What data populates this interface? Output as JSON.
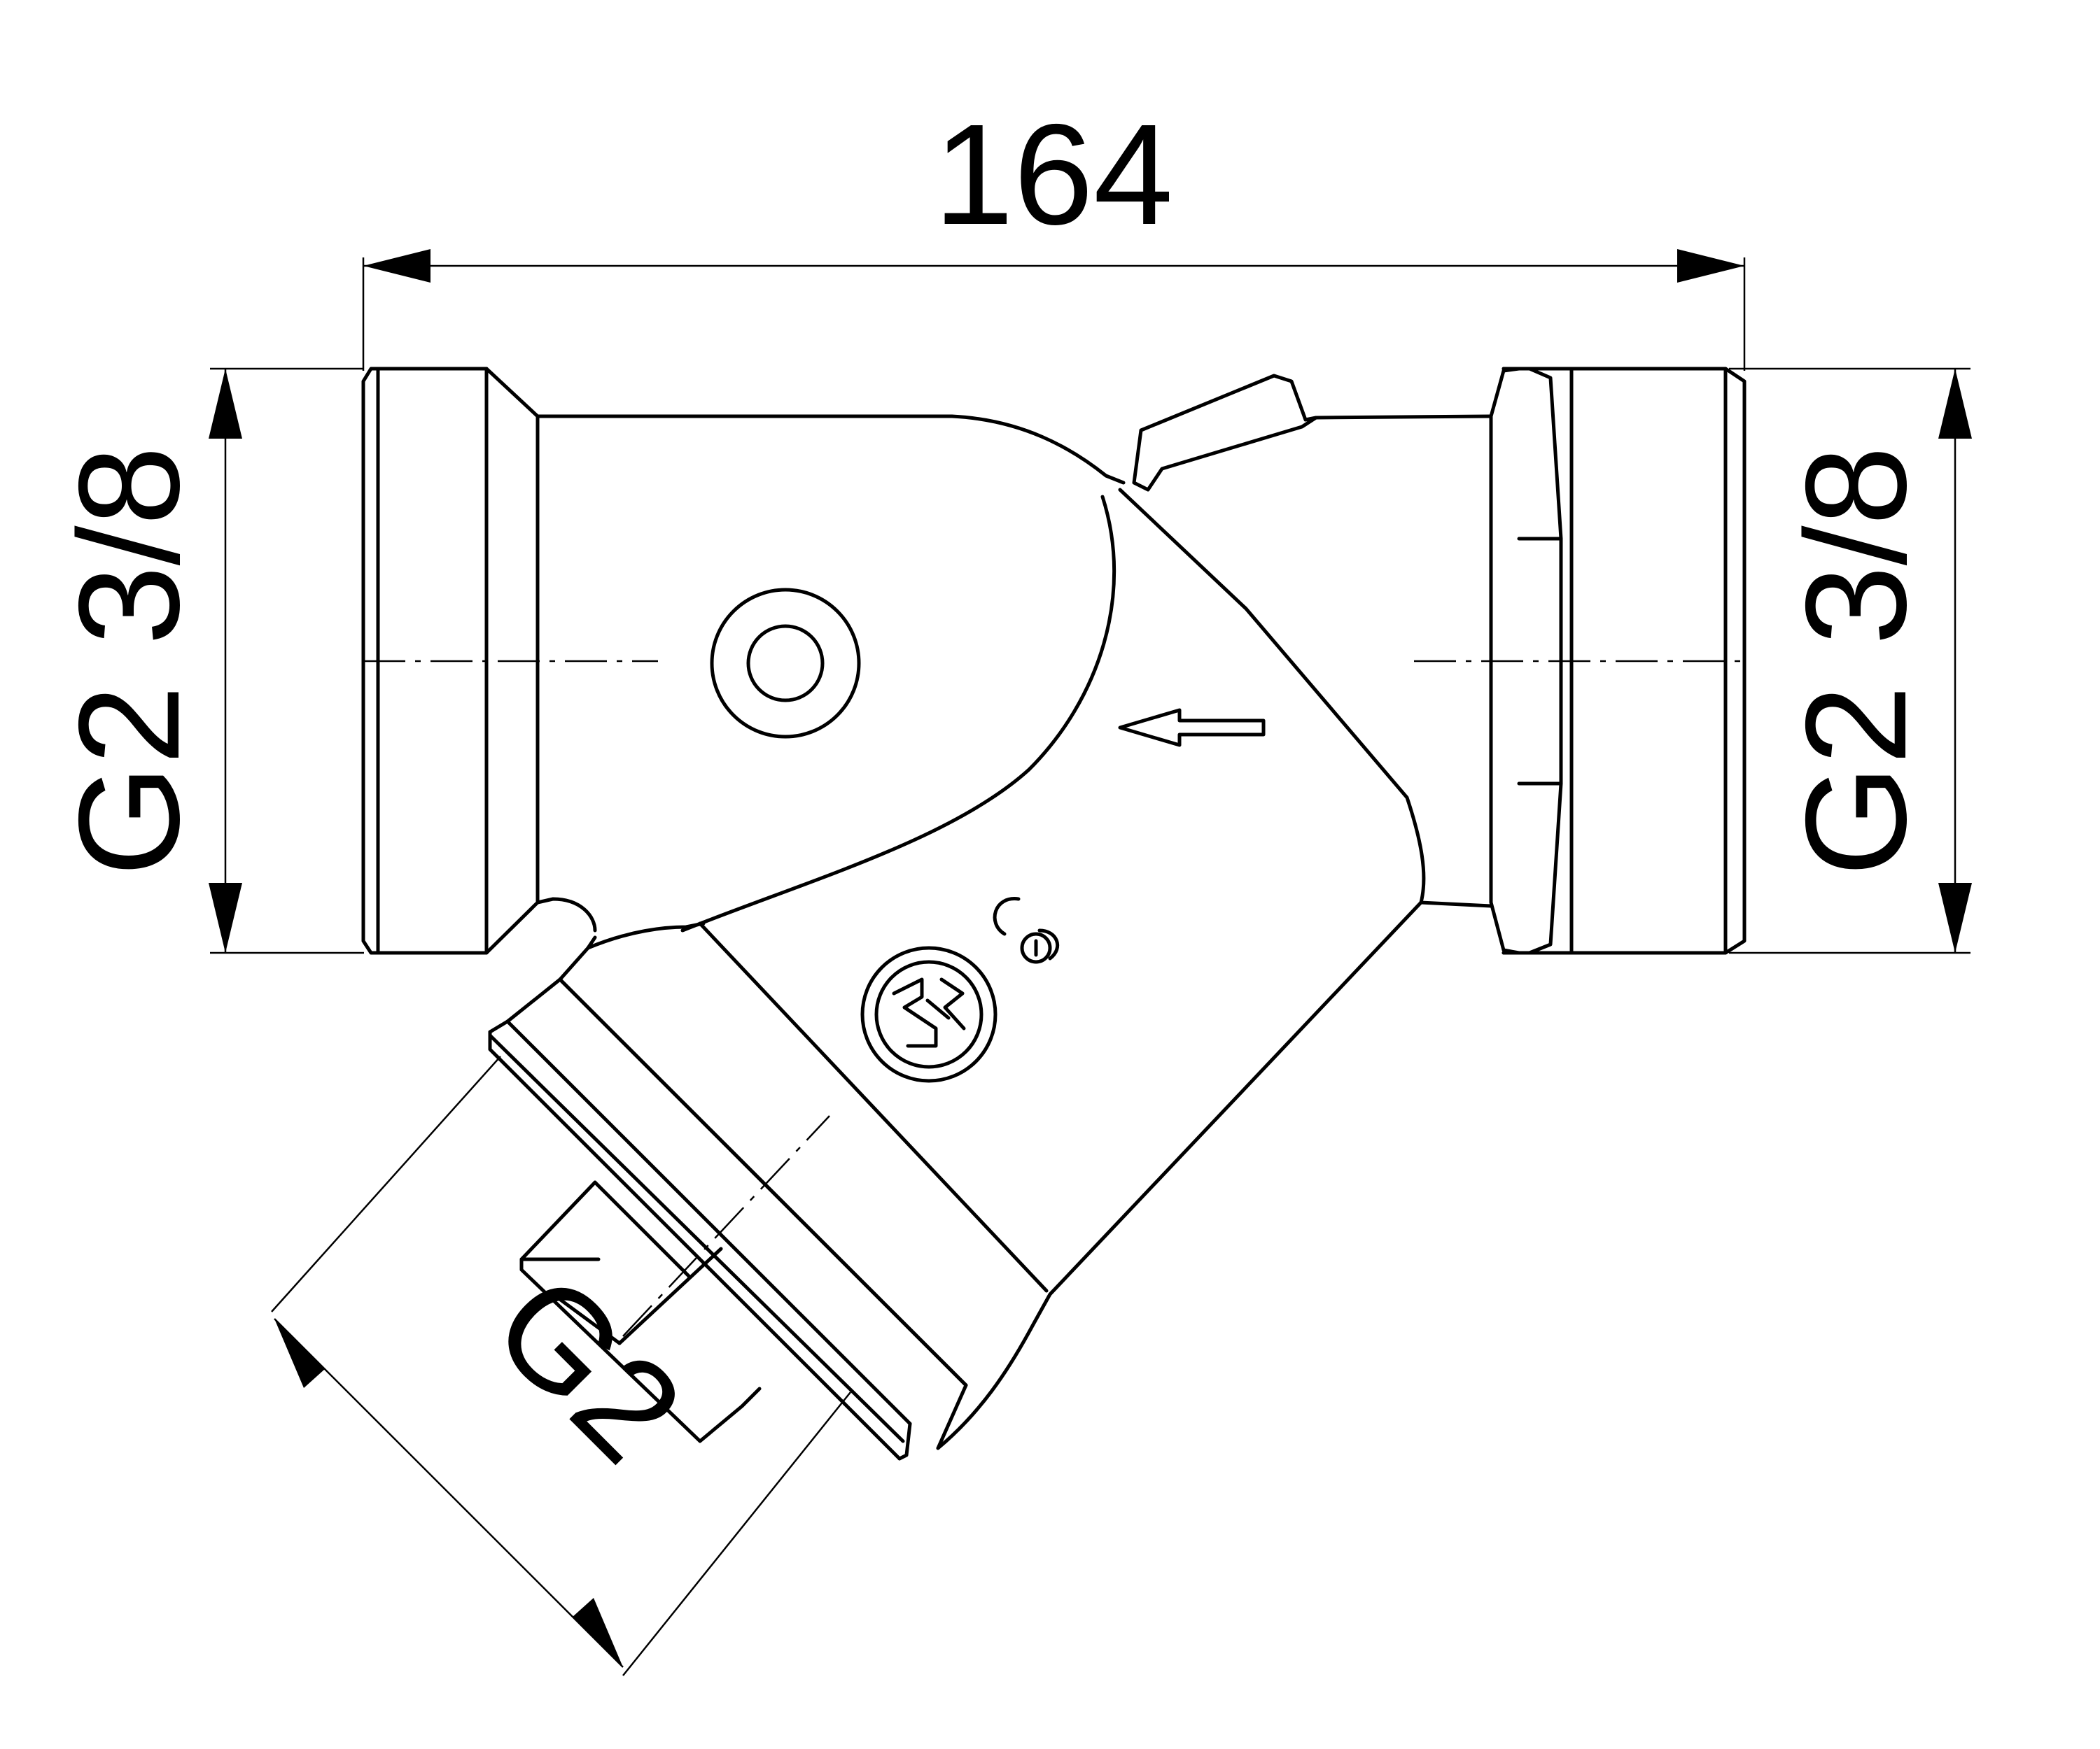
{
  "dimensions": {
    "overall_length": "164",
    "left_thread": "G2 3/8",
    "right_thread": "G2 3/8",
    "drain_thread": "G2"
  },
  "colors": {
    "line": "#000000",
    "background": "#ffffff"
  },
  "icons": {
    "manufacturer_logo": "sfc-logo",
    "certification_mark": "certification-mark",
    "flow_direction": "flow-arrow-left"
  }
}
